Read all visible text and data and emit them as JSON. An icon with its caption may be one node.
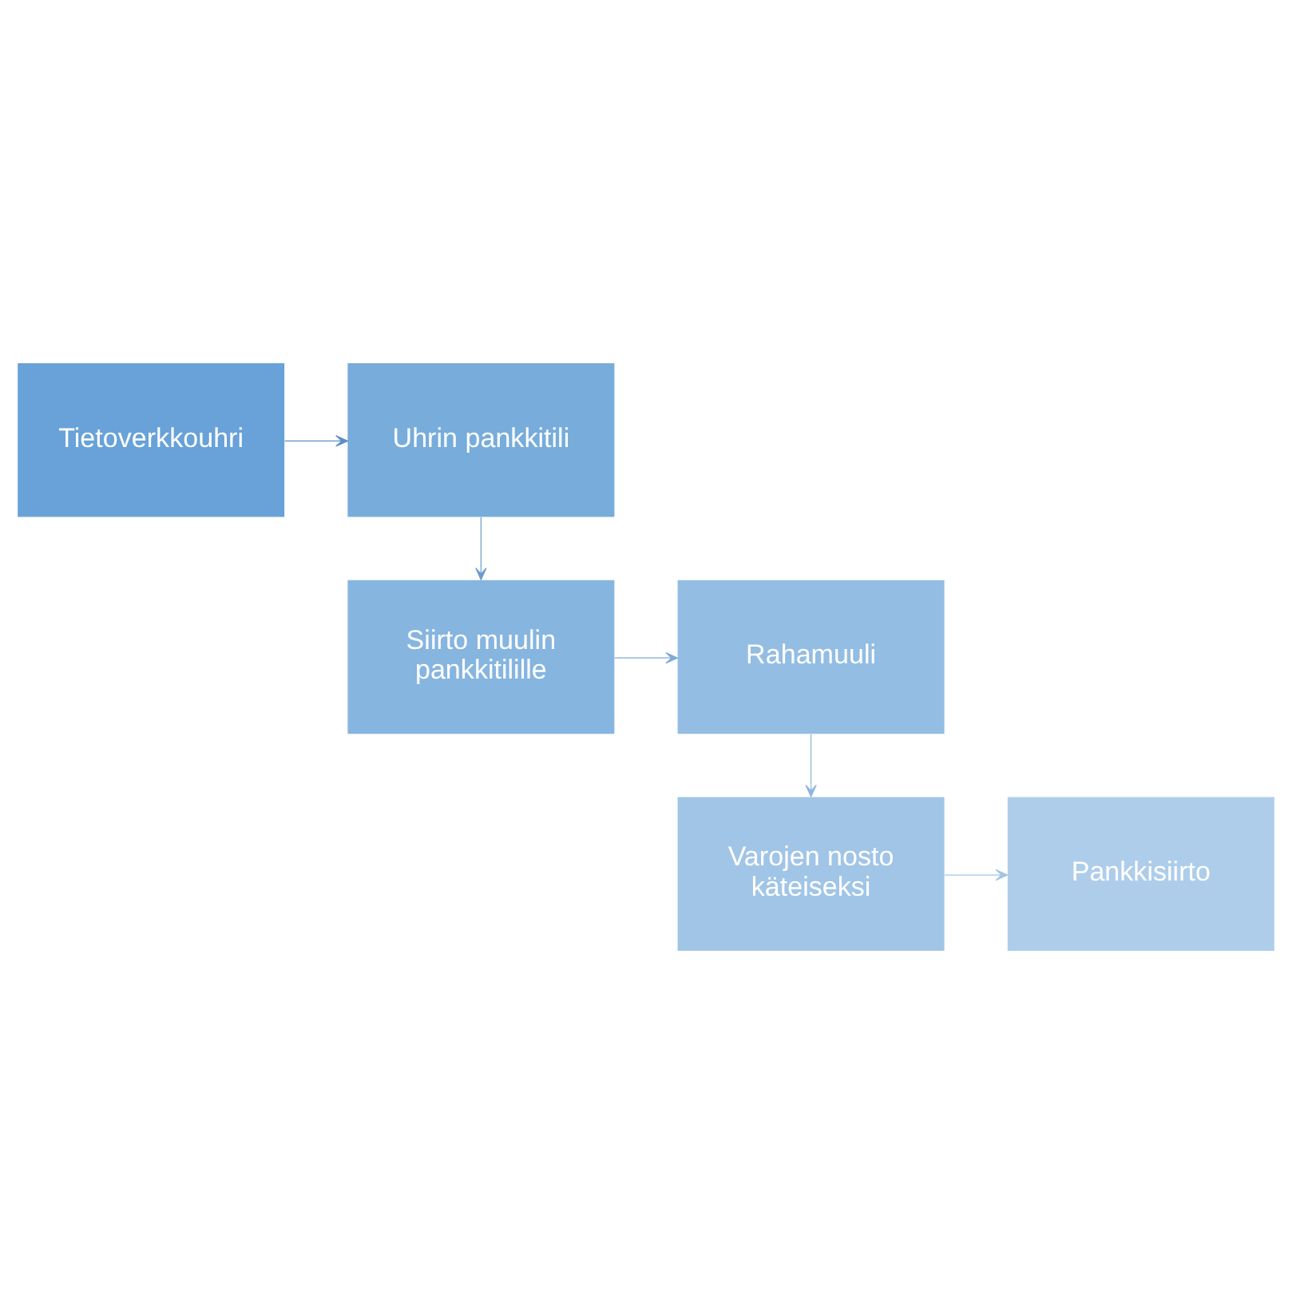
{
  "diagram": {
    "nodes": [
      {
        "text": [
          "Tietoverkkouhri"
        ]
      },
      {
        "text": [
          "Uhrin pankkitili"
        ]
      },
      {
        "text": [
          "Siirto muulin pankkitilille"
        ]
      },
      {
        "text": [
          "Rahamuuli"
        ]
      },
      {
        "text": [
          "Varojen nosto käteiseksi"
        ]
      },
      {
        "text": [
          "Pankkisiirto"
        ]
      }
    ],
    "edges": [
      {
        "from": 0,
        "to": 1,
        "arrow": "to"
      },
      {
        "from": 1,
        "to": 2,
        "arrow": "to"
      },
      {
        "from": 2,
        "to": 3,
        "arrow": "to"
      },
      {
        "from": 3,
        "to": 4,
        "arrow": "to"
      },
      {
        "from": 4,
        "to": 5,
        "arrow": "to"
      }
    ]
  }
}
